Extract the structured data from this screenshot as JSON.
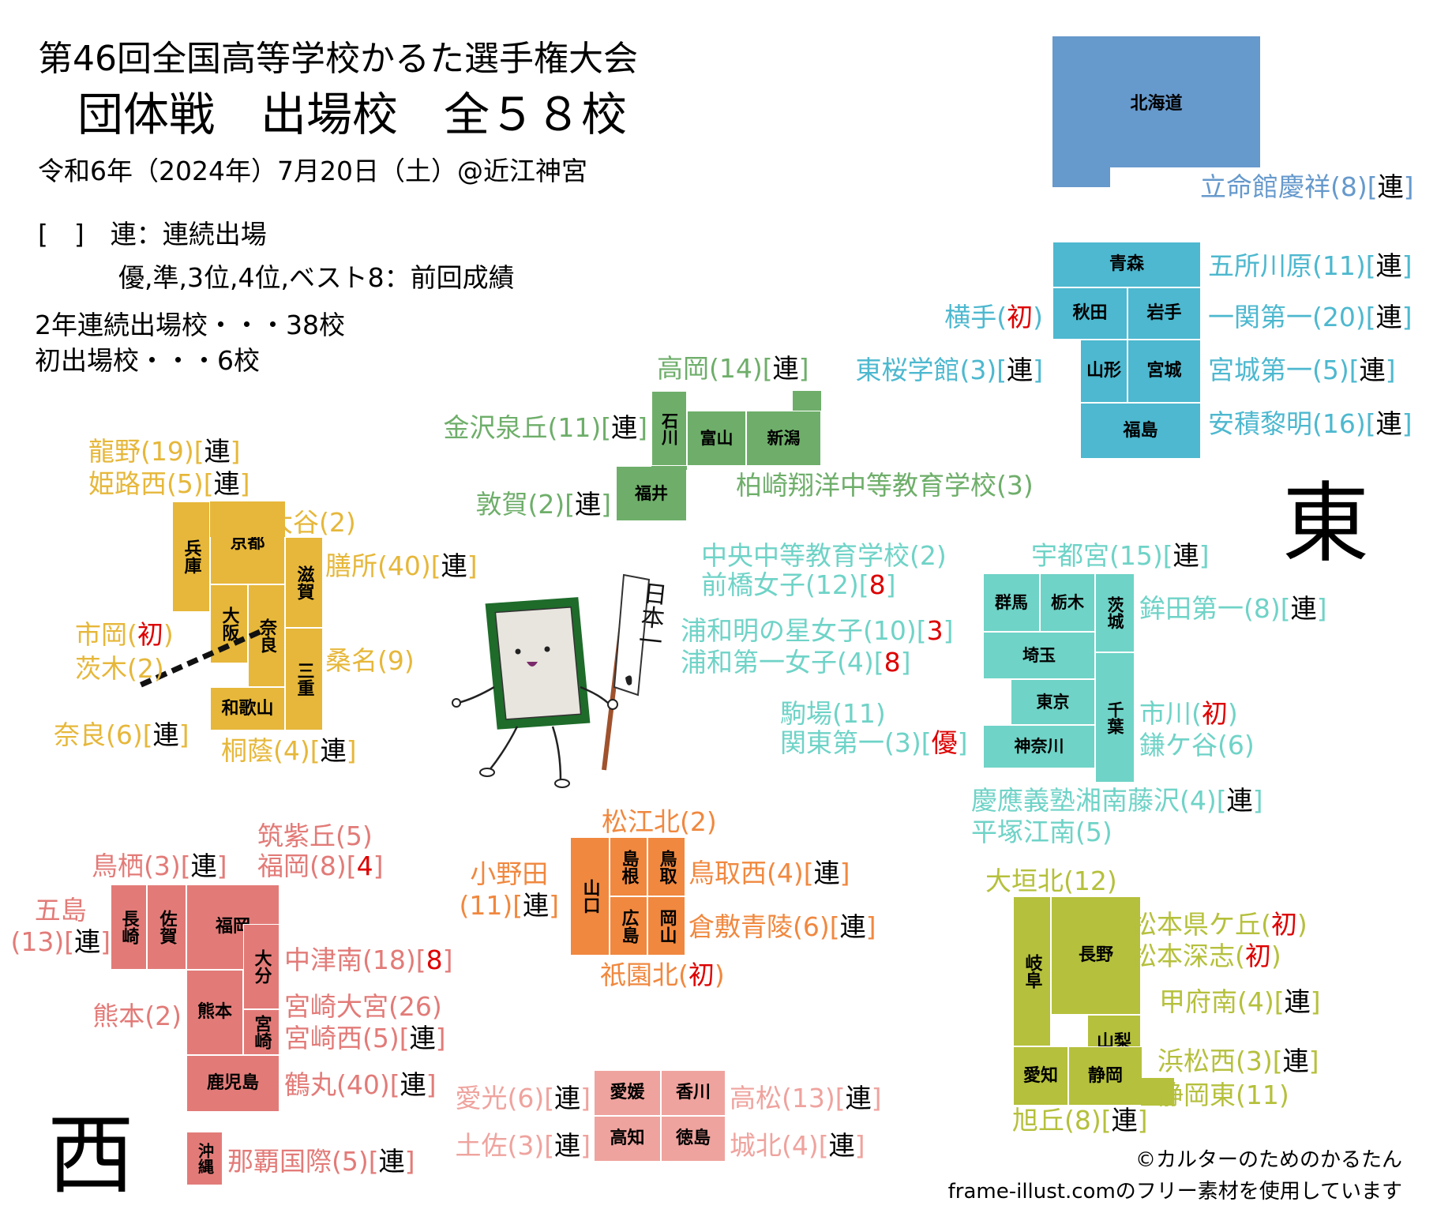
{
  "header": {
    "title1": "第46回全国高等学校かるた選手権大会",
    "title2": "団体戦　出場校　全５８校",
    "date": "令和6年（2024年）7月20日（土）@近江神宮",
    "legend1": "[　]　連：連続出場",
    "legend2": "優,準,3位,4位,ベスト8：前回成績",
    "stat1": "2年連続出場校・・・38校",
    "stat2": "初出場校・・・6校"
  },
  "big_east": "東",
  "big_west": "西",
  "banner_text": "日本一",
  "credit1": "©カルターのためのかるたん",
  "credit2": "frame-illust.comのフリー素材を使用しています",
  "colors": {
    "hokkaido": "#6699cc",
    "tohoku": "#4db8cf",
    "kanto": "#6fd3c7",
    "hokuriku": "#6eae6a",
    "chubu": "#b5c03c",
    "kinki": "#e6b73a",
    "chugoku": "#f0883f",
    "shikoku": "#efa39e",
    "kyushu": "#e27b78",
    "red": "#dd0000"
  },
  "prefectures": {
    "hokkaido": "北海道",
    "aomori": "青森",
    "akita": "秋田",
    "iwate": "岩手",
    "yamagata": "山形",
    "miyagi": "宮城",
    "fukushima": "福島",
    "ishikawa": "石川",
    "toyama": "富山",
    "niigata": "新潟",
    "fukui": "福井",
    "gunma": "群馬",
    "tochigi": "栃木",
    "ibaraki": "茨城",
    "saitama": "埼玉",
    "tokyo": "東京",
    "chiba": "千葉",
    "kanagawa": "神奈川",
    "gifu": "岐阜",
    "nagano": "長野",
    "yamanashi": "山梨",
    "aichi": "愛知",
    "shizuoka": "静岡",
    "hyogo": "兵庫",
    "kyoto": "京都",
    "shiga": "滋賀",
    "osaka": "大阪",
    "nara": "奈良",
    "mie": "三重",
    "wakayama": "和歌山",
    "yamaguchi": "山口",
    "shimane": "島根",
    "tottori": "鳥取",
    "hiroshima": "広島",
    "okayama": "岡山",
    "ehime": "愛媛",
    "kagawa": "香川",
    "kochi": "高知",
    "tokushima": "徳島",
    "nagasaki": "長崎",
    "saga": "佐賀",
    "fukuoka": "福岡",
    "oita": "大分",
    "kumamoto": "熊本",
    "miyazaki": "宮崎",
    "kagoshima": "鹿児島",
    "okinawa": "沖縄"
  },
  "schools": {
    "ritsumeikan_keisho": {
      "name": "立命館慶祥",
      "num": "(8)",
      "note": "連"
    },
    "goshogawara": {
      "name": "五所川原",
      "num": "(11)",
      "note": "連"
    },
    "yokote": {
      "name": "横手",
      "num": "",
      "note": "初"
    },
    "ichinoseki_daiichi": {
      "name": "一関第一",
      "num": "(20)",
      "note": "連"
    },
    "higashi_sakura": {
      "name": "東桜学館",
      "num": "(3)",
      "note": "連"
    },
    "miyagi_daiichi": {
      "name": "宮城第一",
      "num": "(5)",
      "note": "連"
    },
    "asaka_reimei": {
      "name": "安積黎明",
      "num": "(16)",
      "note": "連"
    },
    "takaoka": {
      "name": "高岡",
      "num": "(14)",
      "note": "連"
    },
    "kanazawa_izumigaoka": {
      "name": "金沢泉丘",
      "num": "(11)",
      "note": "連"
    },
    "kashiwazaki_shoyo": {
      "name": "柏崎翔洋中等教育学校",
      "num": "(3)",
      "note": ""
    },
    "tsuruga": {
      "name": "敦賀",
      "num": "(2)",
      "note": "連"
    },
    "chuo_chuto": {
      "name": "中央中等教育学校",
      "num": "(2)",
      "note": ""
    },
    "maebashi_joshi": {
      "name": "前橋女子",
      "num": "(12)",
      "note": "8"
    },
    "utsunomiya": {
      "name": "宇都宮",
      "num": "(15)",
      "note": "連"
    },
    "hokota_daiichi": {
      "name": "鉾田第一",
      "num": "(8)",
      "note": "連"
    },
    "urawa_akenohoshi": {
      "name": "浦和明の星女子",
      "num": "(10)",
      "note": "3"
    },
    "urawa_daiichi_joshi": {
      "name": "浦和第一女子",
      "num": "(4)",
      "note": "8"
    },
    "komaba": {
      "name": "駒場",
      "num": "(11)",
      "note": ""
    },
    "kanto_daiichi": {
      "name": "関東第一",
      "num": "(3)",
      "note": "優"
    },
    "ichikawa": {
      "name": "市川",
      "num": "",
      "note": "初"
    },
    "kamagaya": {
      "name": "鎌ケ谷",
      "num": "(6)",
      "note": ""
    },
    "keio_shonan_fujisawa": {
      "name": "慶應義塾湘南藤沢",
      "num": "(4)",
      "note": "連"
    },
    "hiratsuka_konan": {
      "name": "平塚江南",
      "num": "(5)",
      "note": ""
    },
    "ogaki_kita": {
      "name": "大垣北",
      "num": "(12)",
      "note": ""
    },
    "matsumoto_kengagaoka": {
      "name": "松本県ケ丘",
      "num": "",
      "note": "初"
    },
    "matsumoto_fukashi": {
      "name": "松本深志",
      "num": "",
      "note": "初"
    },
    "kofu_minami": {
      "name": "甲府南",
      "num": "(4)",
      "note": "連"
    },
    "hamamatsu_nishi": {
      "name": "浜松西",
      "num": "(3)",
      "note": "連"
    },
    "shizuoka_higashi": {
      "name": "静岡東",
      "num": "(11)",
      "note": ""
    },
    "asahigaoka": {
      "name": "旭丘",
      "num": "(8)",
      "note": "連"
    },
    "tatsuno": {
      "name": "龍野",
      "num": "(19)",
      "note": "連"
    },
    "himeji_nishi": {
      "name": "姫路西",
      "num": "(5)",
      "note": "連"
    },
    "otani": {
      "name": "大谷",
      "num": "(2)",
      "note": ""
    },
    "zeze": {
      "name": "膳所",
      "num": "(40)",
      "note": "連"
    },
    "ichioka": {
      "name": "市岡",
      "num": "",
      "note": "初"
    },
    "ibaraki_hs": {
      "name": "茨木",
      "num": "(2)",
      "note": ""
    },
    "kuwana": {
      "name": "桑名",
      "num": "(9)",
      "note": ""
    },
    "nara_hs": {
      "name": "奈良",
      "num": "(6)",
      "note": "連"
    },
    "toin": {
      "name": "桐蔭",
      "num": "(4)",
      "note": "連"
    },
    "matsue_kita": {
      "name": "松江北",
      "num": "(2)",
      "note": ""
    },
    "onoda": {
      "name": "小野田",
      "num": "(11)",
      "note": "連"
    },
    "tottori_nishi": {
      "name": "鳥取西",
      "num": "(4)",
      "note": "連"
    },
    "kurashiki_seiryo": {
      "name": "倉敷青陵",
      "num": "(6)",
      "note": "連"
    },
    "gion_kita": {
      "name": "祇園北",
      "num": "",
      "note": "初"
    },
    "aiko": {
      "name": "愛光",
      "num": "(6)",
      "note": "連"
    },
    "takamatsu": {
      "name": "高松",
      "num": "(13)",
      "note": "連"
    },
    "tosa": {
      "name": "土佐",
      "num": "(3)",
      "note": "連"
    },
    "johoku": {
      "name": "城北",
      "num": "(4)",
      "note": "連"
    },
    "tosu": {
      "name": "鳥栖",
      "num": "(3)",
      "note": "連"
    },
    "chikushigaoka": {
      "name": "筑紫丘",
      "num": "(5)",
      "note": ""
    },
    "fukuoka_hs": {
      "name": "福岡",
      "num": "(8)",
      "note": "4"
    },
    "goto": {
      "name": "五島",
      "num": "(13)",
      "note": "連"
    },
    "nakatsu_minami": {
      "name": "中津南",
      "num": "(18)",
      "note": "8"
    },
    "kumamoto_hs": {
      "name": "熊本",
      "num": "(2)",
      "note": ""
    },
    "miyazaki_omiya": {
      "name": "宮崎大宮",
      "num": "(26)",
      "note": ""
    },
    "miyazaki_nishi": {
      "name": "宮崎西",
      "num": "(5)",
      "note": "連"
    },
    "tsurumaru": {
      "name": "鶴丸",
      "num": "(40)",
      "note": "連"
    },
    "naha_kokusai": {
      "name": "那覇国際",
      "num": "(5)",
      "note": "連"
    }
  }
}
